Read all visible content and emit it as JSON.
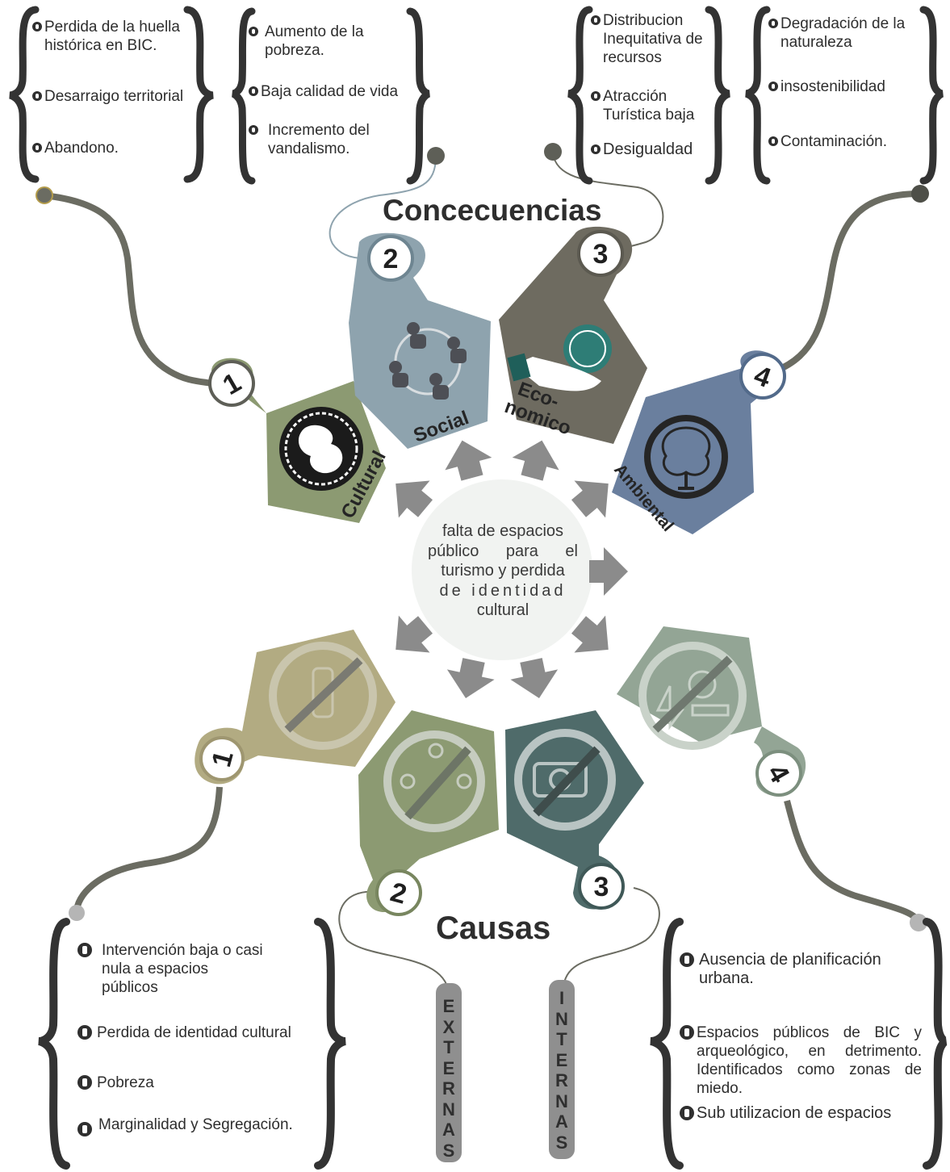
{
  "title_consequences": "Concecuencias",
  "title_causes": "Causas",
  "center_text": [
    "falta de espacios",
    "público para el",
    "turismo y perdida",
    "de identidad",
    "cultural"
  ],
  "consequences": [
    {
      "number": "1",
      "label": "Cultural",
      "icon": "greek-fret-emblem-icon",
      "color": "#8c9a72",
      "items": [
        "Perdida de la huella histórica en BIC.",
        "Desarraigo territorial",
        "Abandono."
      ]
    },
    {
      "number": "2",
      "label": "Social",
      "icon": "people-circle-icon",
      "color": "#8ea3ae",
      "items": [
        "Aumento de la pobreza.",
        "Baja calidad de vida",
        "Incremento del vandalismo."
      ]
    },
    {
      "number": "3",
      "label": "Eco-nomico",
      "icon": "hand-coin-icon",
      "color": "#6e6b60",
      "items": [
        "Distribucion Inequitativa de recursos",
        "Atracción Turística baja",
        "Desigualdad"
      ]
    },
    {
      "number": "4",
      "label": "Ambiental",
      "icon": "tree-icon",
      "color": "#6a7f9e",
      "items": [
        "Degradación de la naturaleza",
        "insostenibilidad",
        "Contaminación."
      ]
    }
  ],
  "causes": [
    {
      "number": "1",
      "icon": "no-monument-icon",
      "color": "#b2ab82",
      "items": [
        "Intervención baja o casi nula a espacios públicos",
        "Perdida de identidad cultural",
        "Pobreza",
        "Marginalidad y Segregación."
      ]
    },
    {
      "number": "2",
      "icon": "no-people-icon",
      "color": "#8c9a72"
    },
    {
      "number": "3",
      "icon": "no-camera-icon",
      "color": "#4f6b6a"
    },
    {
      "number": "4",
      "icon": "no-park-icon",
      "color": "#93a595",
      "items": [
        "Ausencia de planificación urbana.",
        "Espacios públicos de BIC y arqueológico, en detrimento. Identificados como zonas de miedo.",
        "Sub utilizacion de espacios"
      ]
    }
  ],
  "external_label": "EXTERNAS",
  "internal_label": "INTERNAS"
}
